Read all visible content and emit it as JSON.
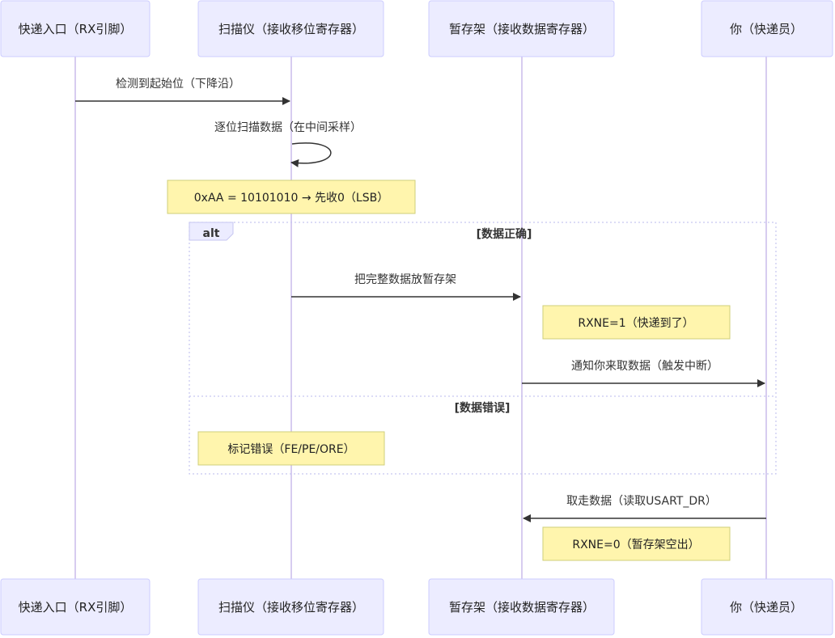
{
  "actors": [
    {
      "id": "rx",
      "label": "快递入口（RX引脚）"
    },
    {
      "id": "scanner",
      "label": "扫描仪（接收移位寄存器）"
    },
    {
      "id": "shelf",
      "label": "暂存架（接收数据寄存器）"
    },
    {
      "id": "you",
      "label": "你（快递员）"
    }
  ],
  "messages": [
    {
      "from": "rx",
      "to": "scanner",
      "label": "检测到起始位（下降沿）"
    },
    {
      "from": "scanner",
      "to": "scanner",
      "label": "逐位扫描数据（在中间采样）"
    },
    {
      "from": "scanner",
      "to": "shelf",
      "label": "把完整数据放暂存架"
    },
    {
      "from": "shelf",
      "to": "you",
      "label": "通知你来取数据（触发中断）"
    },
    {
      "from": "you",
      "to": "shelf",
      "label": "取走数据（读取USART_DR）"
    }
  ],
  "notes": [
    {
      "label": "0xAA = 10101010 → 先收0（LSB）"
    },
    {
      "label": "RXNE=1（快递到了）"
    },
    {
      "label": "标记错误（FE/PE/ORE）"
    },
    {
      "label": "RXNE=0（暂存架空出）"
    }
  ],
  "alt_block": {
    "keyword": "alt",
    "conditions": [
      "[数据正确]",
      "[数据错误]"
    ]
  },
  "colors": {
    "actor_fill": "#ECECFF",
    "actor_border": "#CCCCFF",
    "lifeline": "#D7CCF0",
    "note_fill": "#FFF5AD",
    "note_border": "#CFCF7A"
  }
}
